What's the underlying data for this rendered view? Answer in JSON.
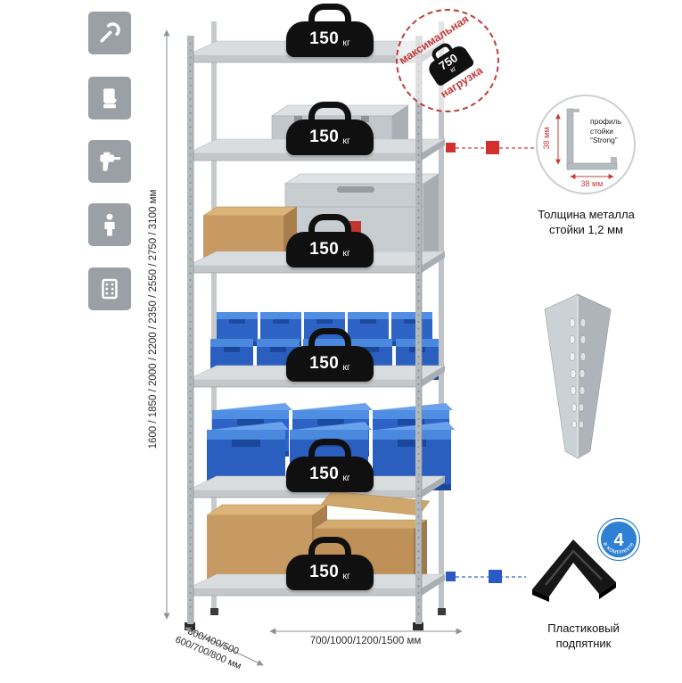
{
  "icons": {
    "names": [
      "wrench",
      "gloves",
      "drill",
      "person",
      "rack-post"
    ]
  },
  "rack": {
    "shelves": [
      {
        "load_value": "150",
        "load_unit": "кг"
      },
      {
        "load_value": "150",
        "load_unit": "кг"
      },
      {
        "load_value": "150",
        "load_unit": "кг"
      },
      {
        "load_value": "150",
        "load_unit": "кг"
      },
      {
        "load_value": "150",
        "load_unit": "кг"
      },
      {
        "load_value": "150",
        "load_unit": "кг"
      }
    ]
  },
  "max_load_stamp": {
    "line_top": "максимальная",
    "line_bottom": "нагрузка",
    "value": "750",
    "unit": "кг"
  },
  "dimensions": {
    "height": "1600 / 1850 / 2000 / 2200 / 2350 / 2550 / 2750 / 3100 мм",
    "width": "700/1000/1200/1500 мм",
    "depth_line1": "300/400/500",
    "depth_line2": "600/700/800 мм"
  },
  "callouts": {
    "profile": {
      "dim_vertical": "38 мм",
      "dim_horizontal": "38 мм",
      "label": "профиль стойки “Strong”",
      "caption": "Толщина металла стойки 1,2 мм"
    },
    "foot": {
      "badge_value": "4",
      "badge_text": "в комплекте",
      "caption": "Пластиковый подпятник"
    }
  }
}
